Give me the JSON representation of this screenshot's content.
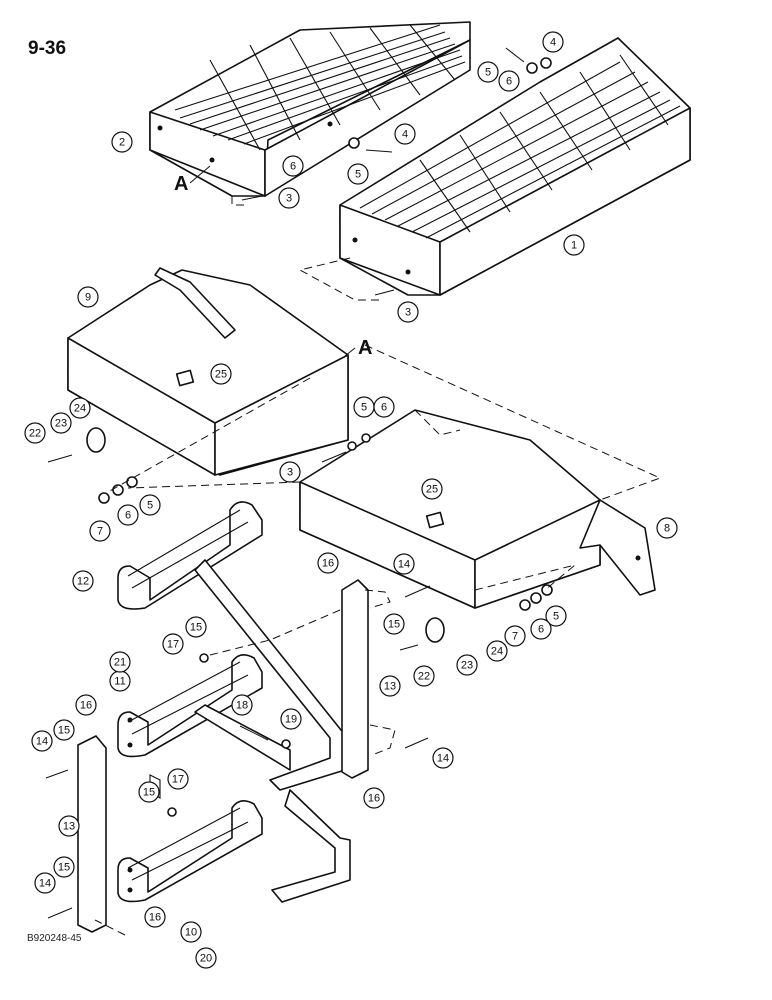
{
  "page_number": "9-36",
  "figure_code": "B920248-45",
  "reference_marks": [
    "A",
    "A"
  ],
  "callouts": [
    "1",
    "2",
    "3",
    "3",
    "3",
    "4",
    "4",
    "5",
    "5",
    "5",
    "5",
    "5",
    "6",
    "6",
    "6",
    "6",
    "6",
    "7",
    "7",
    "8",
    "9",
    "10",
    "11",
    "12",
    "13",
    "13",
    "14",
    "14",
    "14",
    "14",
    "15",
    "15",
    "15",
    "15",
    "15",
    "16",
    "16",
    "16",
    "16",
    "17",
    "17",
    "18",
    "19",
    "20",
    "21",
    "22",
    "22",
    "23",
    "23",
    "24",
    "24",
    "25",
    "25"
  ]
}
